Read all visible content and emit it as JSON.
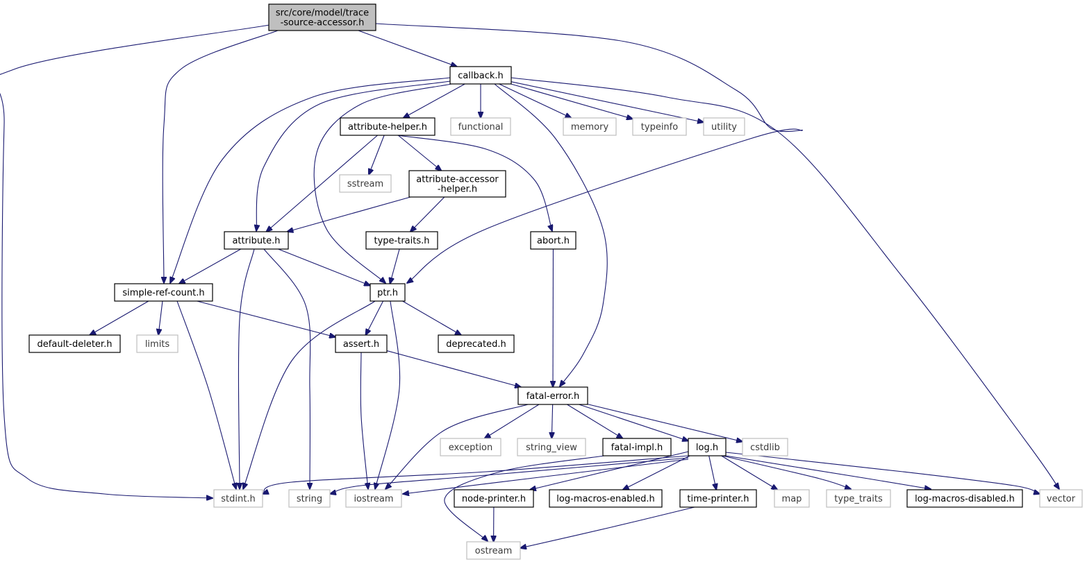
{
  "graph": {
    "nodes": [
      {
        "id": "trace",
        "label": [
          "src/core/model/trace",
          "-source-accessor.h"
        ],
        "kind": "root"
      },
      {
        "id": "callback",
        "label": [
          "callback.h"
        ],
        "kind": "local"
      },
      {
        "id": "attribute_helper",
        "label": [
          "attribute-helper.h"
        ],
        "kind": "local"
      },
      {
        "id": "functional",
        "label": [
          "functional"
        ],
        "kind": "system"
      },
      {
        "id": "memory",
        "label": [
          "memory"
        ],
        "kind": "system"
      },
      {
        "id": "typeinfo",
        "label": [
          "typeinfo"
        ],
        "kind": "system"
      },
      {
        "id": "utility",
        "label": [
          "utility"
        ],
        "kind": "system"
      },
      {
        "id": "sstream",
        "label": [
          "sstream"
        ],
        "kind": "system"
      },
      {
        "id": "attribute_accessor_helper",
        "label": [
          "attribute-accessor",
          "-helper.h"
        ],
        "kind": "local"
      },
      {
        "id": "attribute",
        "label": [
          "attribute.h"
        ],
        "kind": "local"
      },
      {
        "id": "type_traits_h",
        "label": [
          "type-traits.h"
        ],
        "kind": "local"
      },
      {
        "id": "abort",
        "label": [
          "abort.h"
        ],
        "kind": "local"
      },
      {
        "id": "simple_ref_count",
        "label": [
          "simple-ref-count.h"
        ],
        "kind": "local"
      },
      {
        "id": "ptr",
        "label": [
          "ptr.h"
        ],
        "kind": "local"
      },
      {
        "id": "default_deleter",
        "label": [
          "default-deleter.h"
        ],
        "kind": "local"
      },
      {
        "id": "limits",
        "label": [
          "limits"
        ],
        "kind": "system"
      },
      {
        "id": "assert",
        "label": [
          "assert.h"
        ],
        "kind": "local"
      },
      {
        "id": "deprecated",
        "label": [
          "deprecated.h"
        ],
        "kind": "local"
      },
      {
        "id": "fatal_error",
        "label": [
          "fatal-error.h"
        ],
        "kind": "local"
      },
      {
        "id": "exception",
        "label": [
          "exception"
        ],
        "kind": "system"
      },
      {
        "id": "string_view",
        "label": [
          "string_view"
        ],
        "kind": "system"
      },
      {
        "id": "fatal_impl",
        "label": [
          "fatal-impl.h"
        ],
        "kind": "local"
      },
      {
        "id": "log",
        "label": [
          "log.h"
        ],
        "kind": "local"
      },
      {
        "id": "cstdlib",
        "label": [
          "cstdlib"
        ],
        "kind": "system"
      },
      {
        "id": "stdint",
        "label": [
          "stdint.h"
        ],
        "kind": "system"
      },
      {
        "id": "string",
        "label": [
          "string"
        ],
        "kind": "system"
      },
      {
        "id": "iostream",
        "label": [
          "iostream"
        ],
        "kind": "system"
      },
      {
        "id": "node_printer",
        "label": [
          "node-printer.h"
        ],
        "kind": "local"
      },
      {
        "id": "log_macros_enabled",
        "label": [
          "log-macros-enabled.h"
        ],
        "kind": "local"
      },
      {
        "id": "time_printer",
        "label": [
          "time-printer.h"
        ],
        "kind": "local"
      },
      {
        "id": "map",
        "label": [
          "map"
        ],
        "kind": "system"
      },
      {
        "id": "type_traits",
        "label": [
          "type_traits"
        ],
        "kind": "system"
      },
      {
        "id": "log_macros_disabled",
        "label": [
          "log-macros-disabled.h"
        ],
        "kind": "local"
      },
      {
        "id": "vector",
        "label": [
          "vector"
        ],
        "kind": "system"
      },
      {
        "id": "ostream",
        "label": [
          "ostream"
        ],
        "kind": "system"
      }
    ],
    "edges": [
      [
        "trace",
        "callback"
      ],
      [
        "trace",
        "simple_ref_count"
      ],
      [
        "trace",
        "stdint"
      ],
      [
        "trace",
        "ptr"
      ],
      [
        "callback",
        "attribute_helper"
      ],
      [
        "callback",
        "functional"
      ],
      [
        "callback",
        "memory"
      ],
      [
        "callback",
        "typeinfo"
      ],
      [
        "callback",
        "utility"
      ],
      [
        "callback",
        "attribute"
      ],
      [
        "callback",
        "simple_ref_count"
      ],
      [
        "callback",
        "ptr"
      ],
      [
        "callback",
        "fatal_error"
      ],
      [
        "callback",
        "vector"
      ],
      [
        "attribute_helper",
        "sstream"
      ],
      [
        "attribute_helper",
        "attribute_accessor_helper"
      ],
      [
        "attribute_helper",
        "attribute"
      ],
      [
        "attribute_helper",
        "abort"
      ],
      [
        "attribute_accessor_helper",
        "attribute"
      ],
      [
        "attribute_accessor_helper",
        "type_traits_h"
      ],
      [
        "type_traits_h",
        "ptr"
      ],
      [
        "abort",
        "fatal_error"
      ],
      [
        "attribute",
        "simple_ref_count"
      ],
      [
        "attribute",
        "ptr"
      ],
      [
        "attribute",
        "stdint"
      ],
      [
        "attribute",
        "string"
      ],
      [
        "simple_ref_count",
        "default_deleter"
      ],
      [
        "simple_ref_count",
        "limits"
      ],
      [
        "simple_ref_count",
        "assert"
      ],
      [
        "simple_ref_count",
        "stdint"
      ],
      [
        "ptr",
        "assert"
      ],
      [
        "ptr",
        "deprecated"
      ],
      [
        "ptr",
        "stdint"
      ],
      [
        "ptr",
        "iostream"
      ],
      [
        "assert",
        "fatal_error"
      ],
      [
        "assert",
        "iostream"
      ],
      [
        "fatal_error",
        "exception"
      ],
      [
        "fatal_error",
        "string_view"
      ],
      [
        "fatal_error",
        "fatal_impl"
      ],
      [
        "fatal_error",
        "log"
      ],
      [
        "fatal_error",
        "cstdlib"
      ],
      [
        "fatal_error",
        "iostream"
      ],
      [
        "fatal_impl",
        "ostream"
      ],
      [
        "log",
        "stdint"
      ],
      [
        "log",
        "string"
      ],
      [
        "log",
        "iostream"
      ],
      [
        "log",
        "node_printer"
      ],
      [
        "log",
        "log_macros_enabled"
      ],
      [
        "log",
        "time_printer"
      ],
      [
        "log",
        "map"
      ],
      [
        "log",
        "type_traits"
      ],
      [
        "log",
        "log_macros_disabled"
      ],
      [
        "log",
        "vector"
      ],
      [
        "node_printer",
        "ostream"
      ],
      [
        "time_printer",
        "ostream"
      ]
    ]
  },
  "colors": {
    "edge": "#191970",
    "root_fill": "#bfbfbf",
    "root_stroke": "#000000",
    "local_stroke": "#000000",
    "system_stroke": "#bfbfbf",
    "node_fill": "#ffffff"
  }
}
